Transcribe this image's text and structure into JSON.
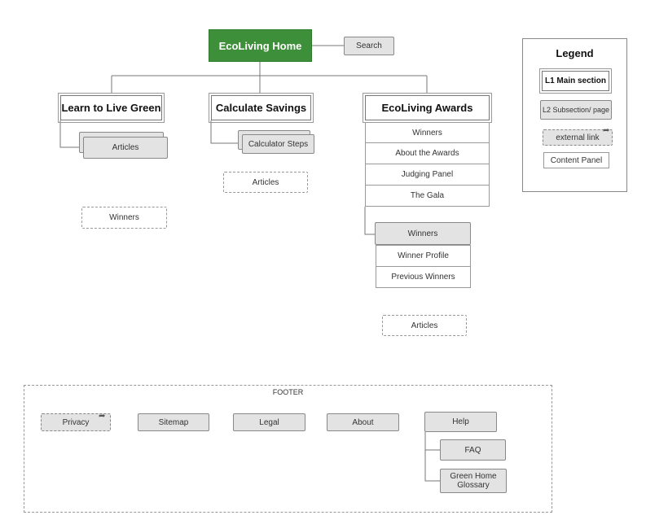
{
  "home": "EcoLiving Home",
  "search": "Search",
  "sections": {
    "learn": {
      "title": "Learn to Live Green",
      "articles": "Articles",
      "winners": "Winners"
    },
    "calculate": {
      "title": "Calculate Savings",
      "calculator_steps": "Calculator Steps",
      "articles": "Articles"
    },
    "awards": {
      "title": "EcoLiving Awards",
      "panels": [
        "Winners",
        "About the Awards",
        "Judging Panel",
        "The Gala"
      ],
      "winners_sub": "Winners",
      "winners_panels": [
        "Winner Profile",
        "Previous Winners"
      ],
      "articles": "Articles"
    }
  },
  "legend": {
    "title": "Legend",
    "l1": "L1 Main section",
    "l2": "L2 Subsection/ page",
    "external": "external link",
    "content": "Content Panel"
  },
  "footer": {
    "title": "FOOTER",
    "privacy": "Privacy",
    "sitemap": "Sitemap",
    "legal": "Legal",
    "about": "About",
    "help": "Help",
    "faq": "FAQ",
    "glossary": "Green Home Glossary"
  },
  "colors": {
    "home_fill": "#3d8f3a",
    "subsection_fill": "#e3e3e3"
  }
}
